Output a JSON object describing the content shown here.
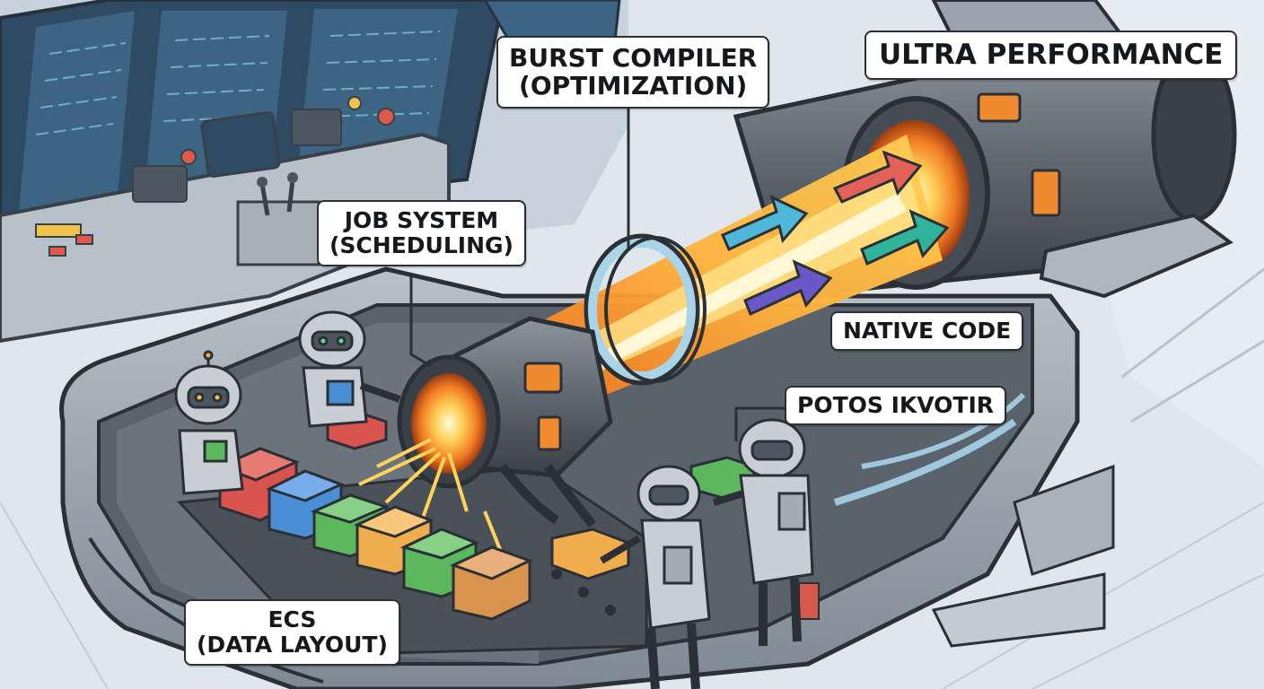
{
  "labels": {
    "burst_line1": "BURST COMPILER",
    "burst_line2": "(OPTIMIZATION)",
    "ultra": "ULTRA PERFORMANCE",
    "job_line1": "JOB SYSTEM",
    "job_line2": "(SCHEDULING)",
    "native": "NATIVE CODE",
    "potos": "POTOS IKVOTIR",
    "ecs_line1": "ECS",
    "ecs_line2": "(DATA LAYOUT)"
  },
  "colors": {
    "background": "#dfe6ec",
    "machine_shell": "#9aa4ae",
    "machine_dark": "#3c434b",
    "beam_core": "#fff2b0",
    "beam_mid": "#ffb13b",
    "beam_outer": "#f26a1b",
    "arrow_blue": "#4fb7d8",
    "arrow_red": "#e2625a",
    "arrow_teal": "#2fb39a",
    "arrow_purple": "#6a58c9",
    "box_red": "#d9534f",
    "box_blue": "#4a8fd6",
    "box_green": "#5cb85c",
    "box_orange": "#f0ad4e",
    "box_tan": "#d8934c",
    "robot": "#c9ced4"
  }
}
